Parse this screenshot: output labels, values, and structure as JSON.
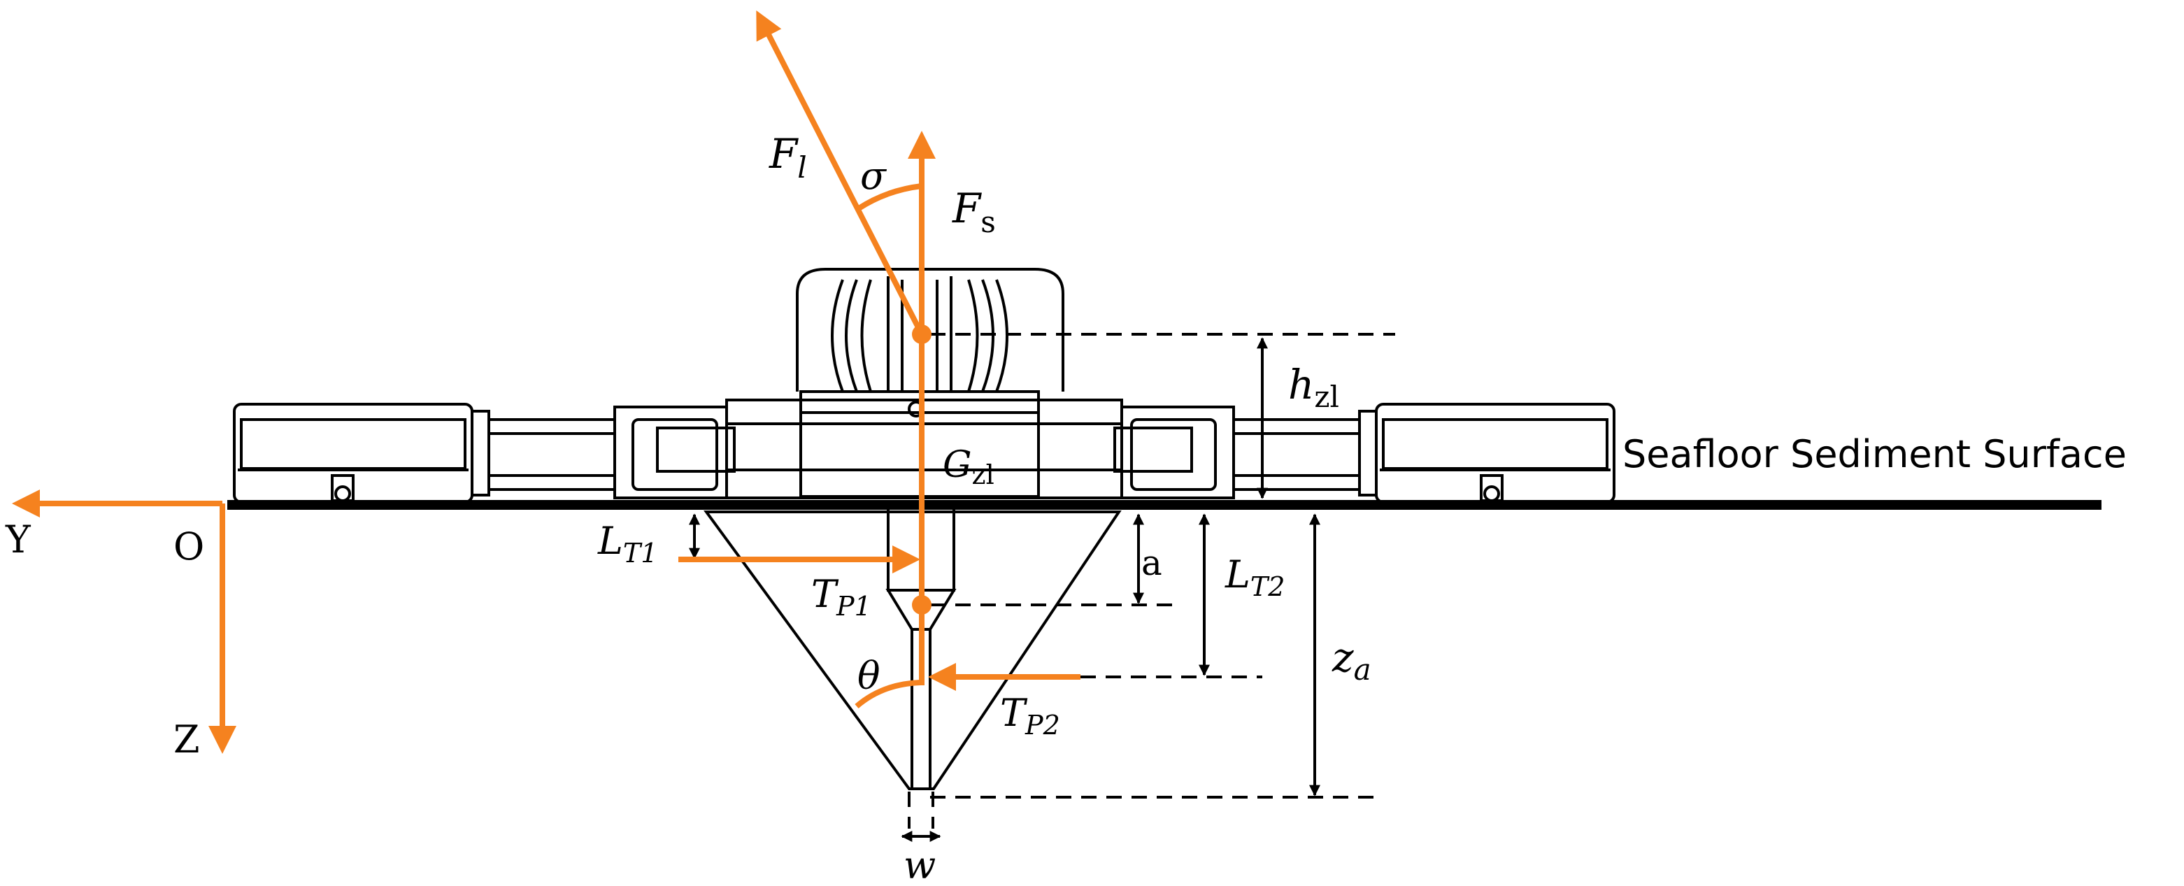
{
  "colors": {
    "force": "#f5821f",
    "drawing": "#000000"
  },
  "labels": {
    "surface": "Seafloor Sediment Surface",
    "axis_y": "Y",
    "axis_o": "O",
    "axis_z": "Z",
    "force_fl": {
      "main": "F",
      "sub": "l"
    },
    "force_fs": {
      "main": "F",
      "sub": "s"
    },
    "angle_sigma": "σ",
    "angle_theta": "θ",
    "h_zl": {
      "main": "h",
      "sub": "zl"
    },
    "g_zl": {
      "main": "G",
      "sub": "zl"
    },
    "l_t1": {
      "main": "L",
      "sub": "T1"
    },
    "l_t2": {
      "main": "L",
      "sub": "T2"
    },
    "t_p1": {
      "main": "T",
      "sub": "P1"
    },
    "t_p2": {
      "main": "T",
      "sub": "P2"
    },
    "dim_a": "a",
    "z_a": {
      "main": "z",
      "sub": "a"
    },
    "w": "w"
  }
}
